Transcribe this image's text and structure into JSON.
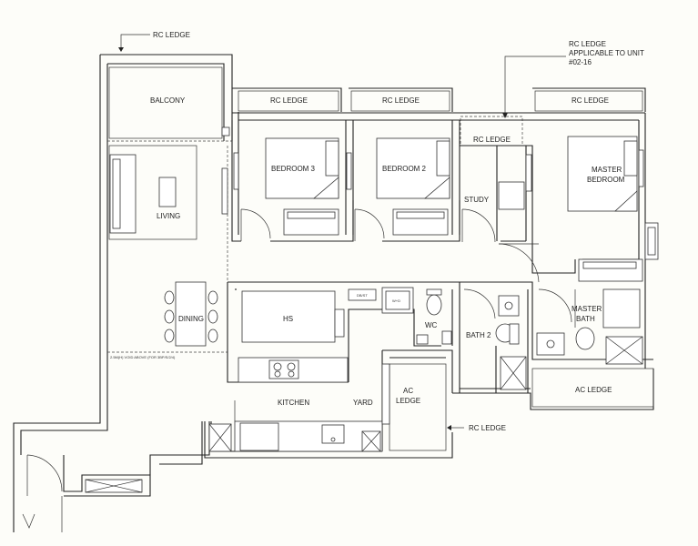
{
  "plan": {
    "labels": {
      "rc_ledge": "RC LEDGE",
      "rc_ledge_note": "RC LEDGE",
      "rc_ledge_note_l2": "APPLICABLE TO UNIT",
      "rc_ledge_note_l3": "#02-16",
      "balcony": "BALCONY",
      "living": "LIVING",
      "dining": "DINING",
      "bedroom3": "BEDROOM 3",
      "bedroom2": "BEDROOM 2",
      "study": "STUDY",
      "master_bedroom_l1": "MASTER",
      "master_bedroom_l2": "BEDROOM",
      "hs": "HS",
      "wc": "WC",
      "db_st": "DB/ST",
      "wd": "W+D",
      "bath2": "BATH 2",
      "master_bath_l1": "MASTER",
      "master_bath_l2": "BATH",
      "kitchen": "KITCHEN",
      "yard": "YARD",
      "ac_ledge_l1": "AC",
      "ac_ledge_l2": "LEDGE",
      "ac_ledge": "AC LEDGE",
      "void_note": "2.5M(H) VOID ABOVE (FOR 3BP/S/2/4)"
    }
  }
}
